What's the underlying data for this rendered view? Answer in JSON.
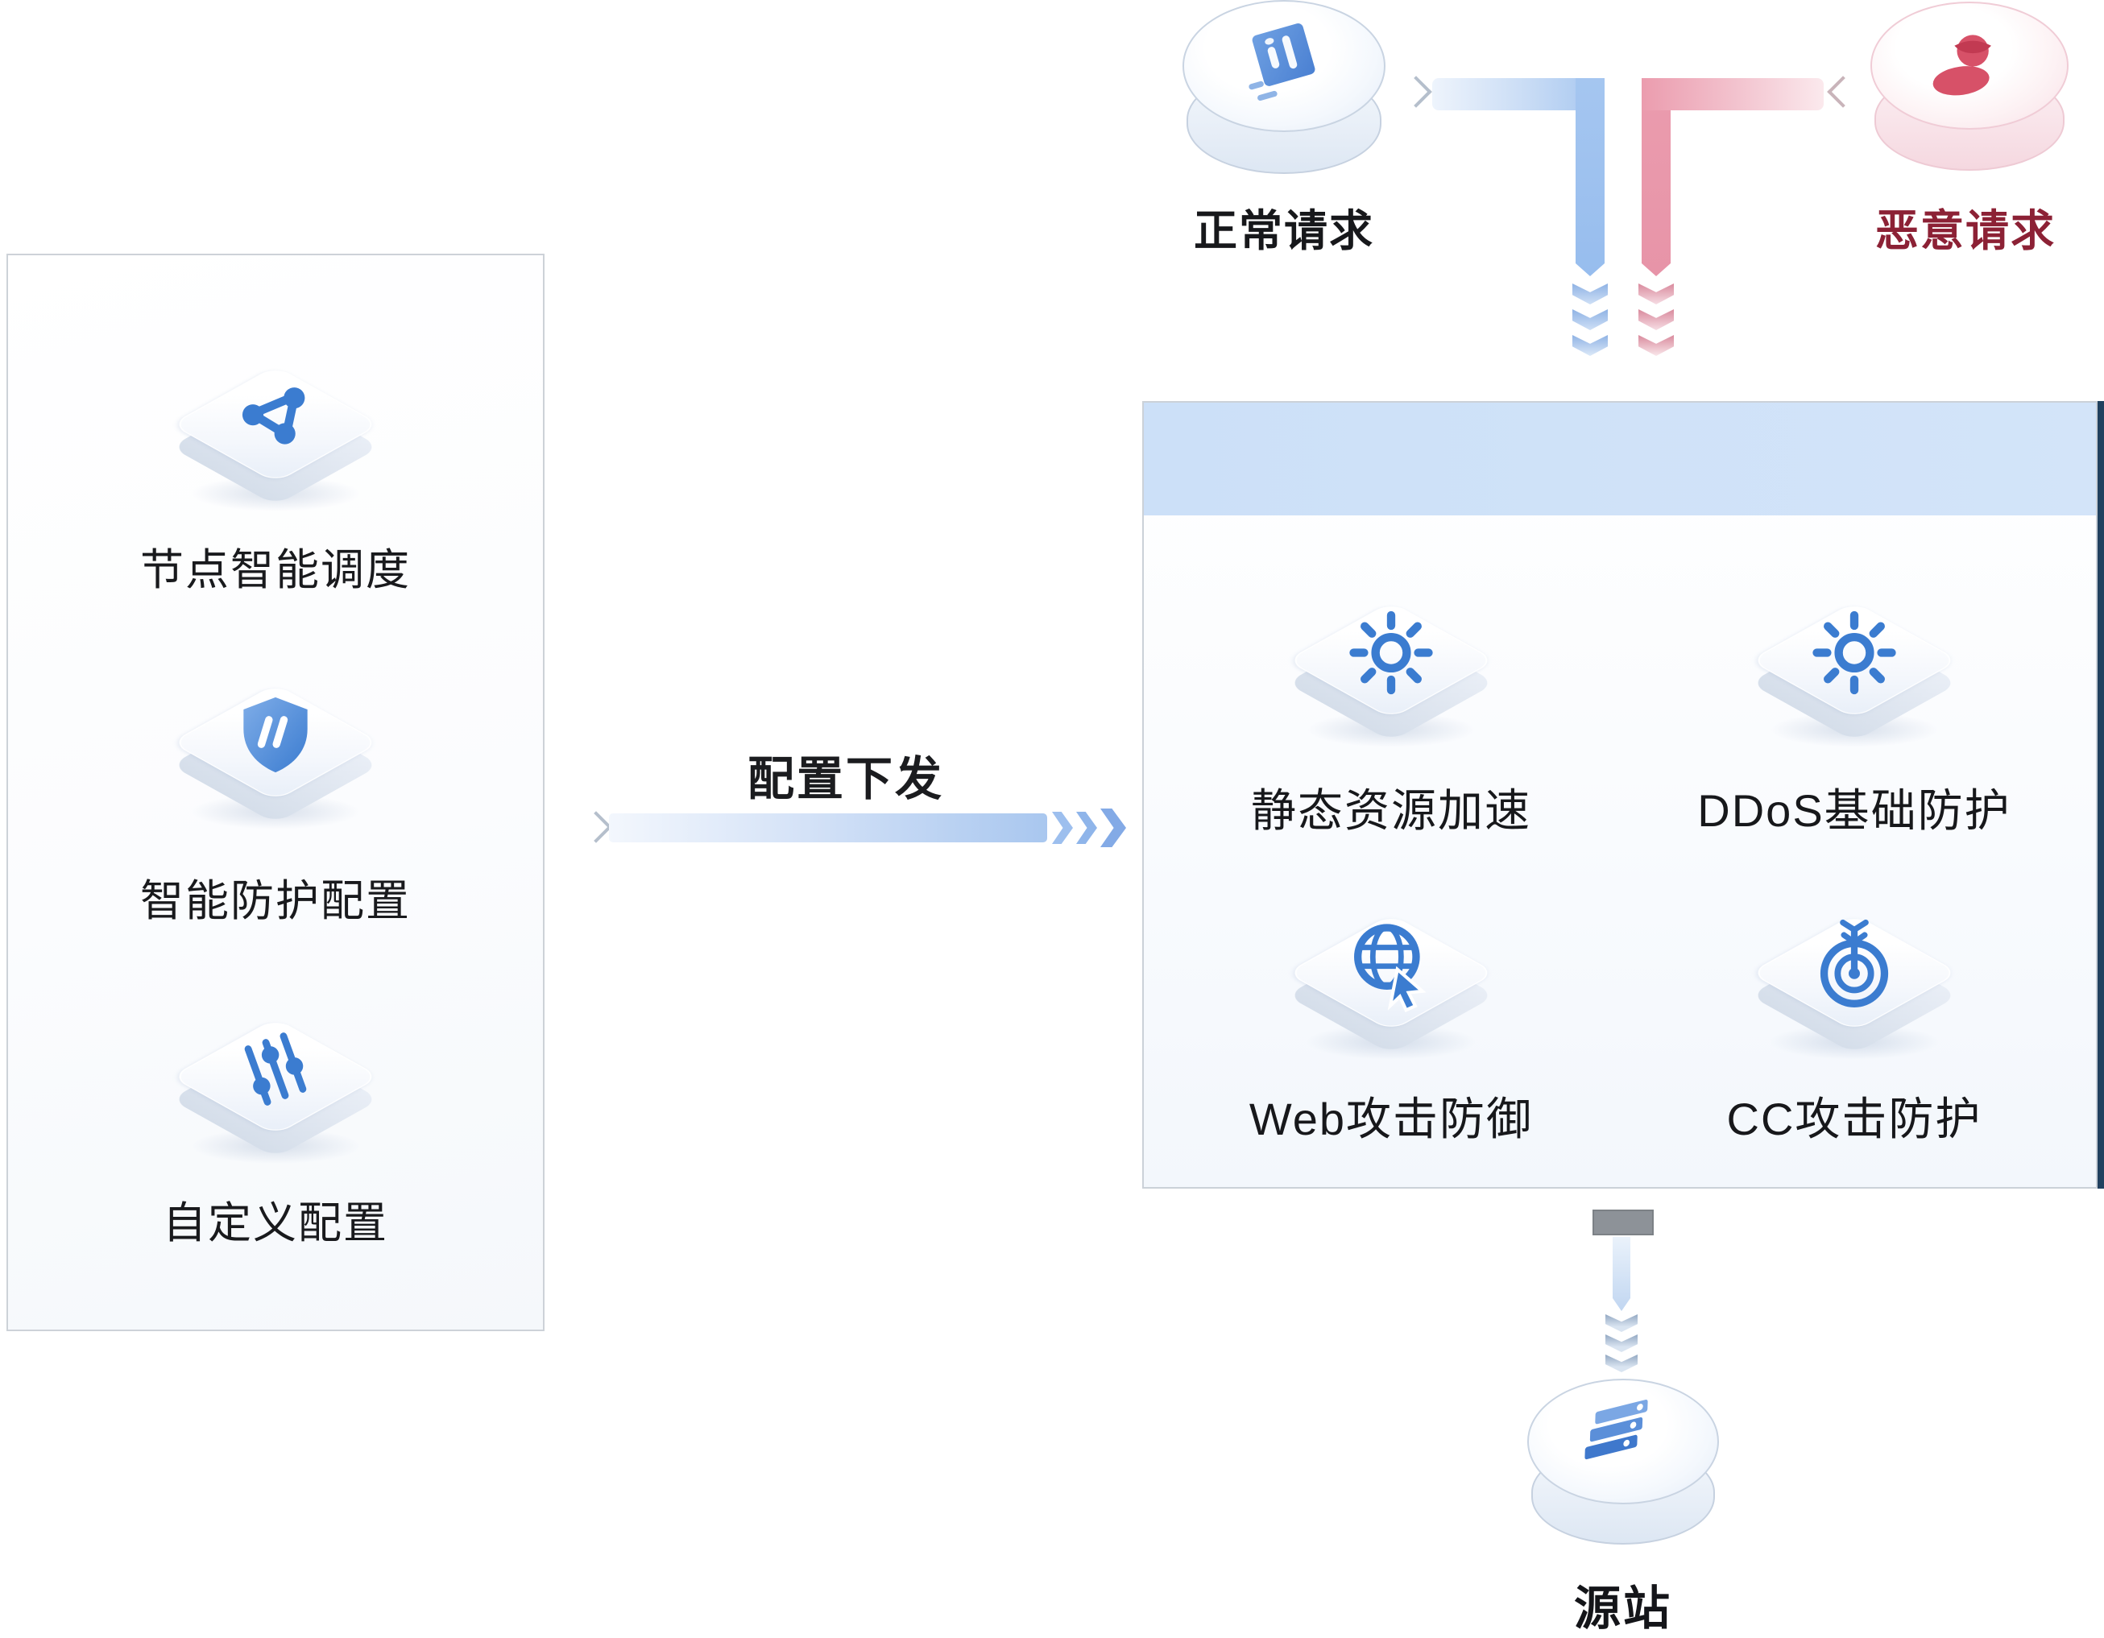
{
  "config_panel": {
    "items": [
      {
        "label": "节点智能调度",
        "icon": "share-network-icon"
      },
      {
        "label": "智能防护配置",
        "icon": "shield-icon"
      },
      {
        "label": "自定义配置",
        "icon": "sliders-icon"
      }
    ]
  },
  "config_flow": {
    "label": "配置下发",
    "arrow_color": "#a9c7ef"
  },
  "traffic": {
    "normal": {
      "label": "正常请求",
      "text_color": "#17181b",
      "line_color": "#a5c6f0",
      "icon": "server-tile-icon"
    },
    "malicious": {
      "label": "恶意请求",
      "text_color": "#8c2135",
      "line_color": "#eb9cae",
      "icon": "hacker-icon"
    }
  },
  "protection_panel": {
    "header_color": "#cfe1f8",
    "edge_color": "#21415f",
    "features": [
      {
        "label": "静态资源加速",
        "icon": "gear-icon"
      },
      {
        "label": "DDoS基础防护",
        "icon": "gear-icon"
      },
      {
        "label": "Web攻击防御",
        "icon": "globe-cursor-icon"
      },
      {
        "label": "CC攻击防护",
        "icon": "target-arrow-icon"
      }
    ]
  },
  "origin": {
    "label": "源站",
    "icon": "origin-server-icon"
  }
}
